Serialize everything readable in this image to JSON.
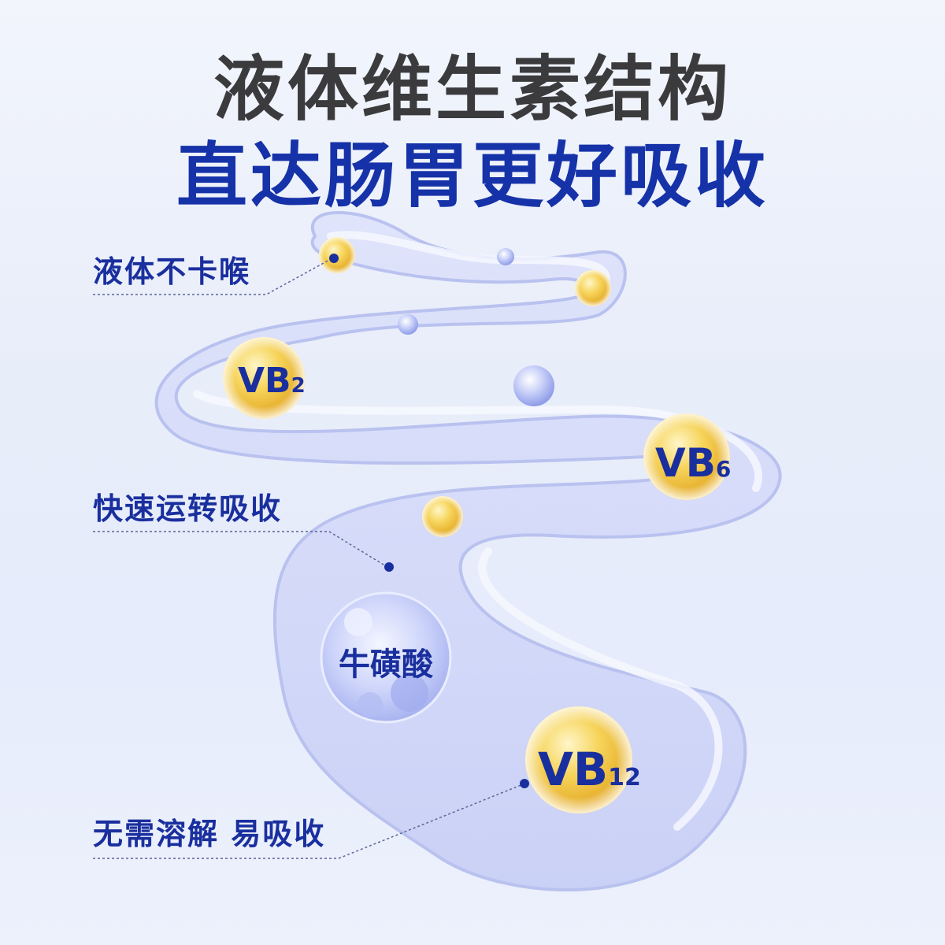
{
  "headline": {
    "line1": "液体维生素结构",
    "line2": "直达肠胃更好吸收"
  },
  "callouts": [
    {
      "label": "液体不卡喉"
    },
    {
      "label": "快速运转吸收"
    },
    {
      "label": "无需溶解 易吸收"
    }
  ],
  "nutrients": {
    "vb2": {
      "main": "VB",
      "sub": "2"
    },
    "vb6": {
      "main": "VB",
      "sub": "6"
    },
    "vb12": {
      "main": "VB",
      "sub": "12"
    },
    "taurine": {
      "label": "牛磺酸"
    }
  },
  "colors": {
    "headline_dark": "#3b3b3d",
    "headline_blue": "#1632a8",
    "label_blue": "#1a2f9e",
    "capsule_gold": "#f3c84a",
    "bubble_blue": "#a9b4f0"
  }
}
